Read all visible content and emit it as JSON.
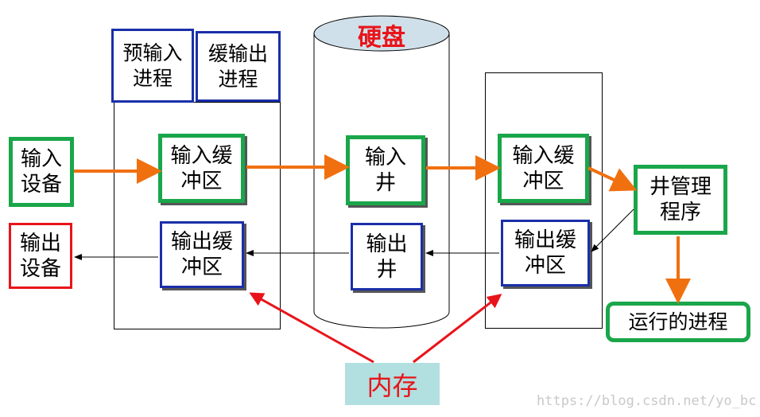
{
  "disk": {
    "label": "硬盘"
  },
  "processes": {
    "pre_input": "预输入\n进程",
    "buffer_output": "缓输出\n进程"
  },
  "devices": {
    "input": "输入\n设备",
    "output": "输出\n设备"
  },
  "left_buffers": {
    "input": "输入缓\n冲区",
    "output": "输出缓\n冲区"
  },
  "wells": {
    "input": "输入\n井",
    "output": "输出\n井"
  },
  "right_buffers": {
    "input": "输入缓\n冲区",
    "output": "输出缓\n冲区"
  },
  "well_manager": "井管理\n程序",
  "running_process": "运行的进程",
  "memory": "内存",
  "watermark": "https://blog.csdn.net/yo_bc",
  "colors": {
    "green_border": "#1aa64a",
    "blue_border": "#1a2fa8",
    "red_border": "#e8141a",
    "orange_arrow": "#f07010",
    "memory_bg": "#b2dfdf",
    "disk_top": "#d0e0ea"
  }
}
